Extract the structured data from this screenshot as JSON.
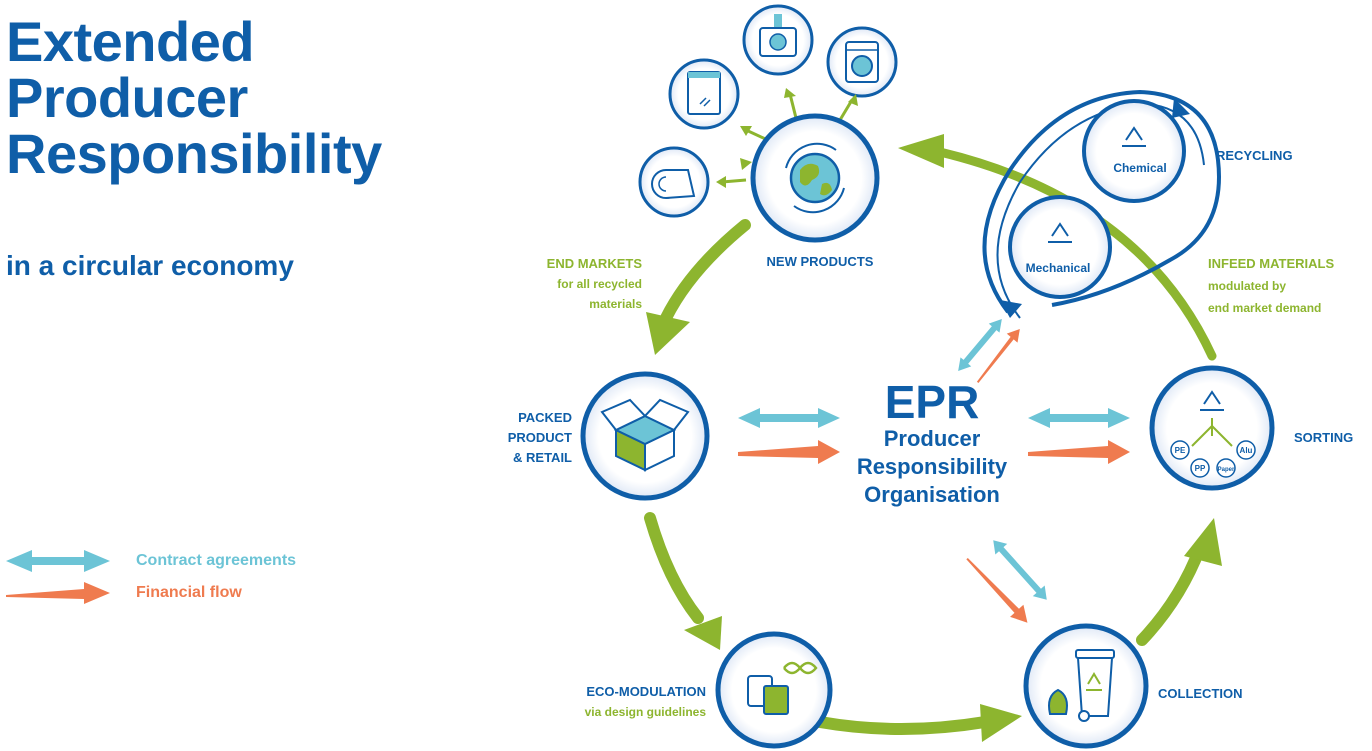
{
  "title": {
    "line1": "Extended",
    "line2": "Producer",
    "line3": "Responsibility",
    "subtitle": "in a circular economy"
  },
  "legend": {
    "contract": "Contract agreements",
    "financial": "Financial flow"
  },
  "center": {
    "abbr": "EPR",
    "line1": "Producer",
    "line2": "Responsibility",
    "line3": "Organisation"
  },
  "nodes": {
    "new_products": "NEW PRODUCTS",
    "packed": [
      "PACKED",
      "PRODUCT",
      "& RETAIL"
    ],
    "eco": [
      "ECO-MODULATION",
      "via design guidelines"
    ],
    "collection": "COLLECTION",
    "sorting": "SORTING",
    "recycling": "RECYCLING",
    "chemical": "Chemical",
    "mechanical": "Mechanical"
  },
  "annotations": {
    "end_markets": [
      "END MARKETS",
      "for all recycled",
      "materials"
    ],
    "infeed": [
      "INFEED MATERIALS",
      "modulated by",
      "end market demand"
    ]
  },
  "sorting_badges": [
    "PE",
    "Alu",
    "PP",
    "Paper"
  ],
  "colors": {
    "blue": "#0f5ea8",
    "green": "#8db52f",
    "cyan": "#6cc4d6",
    "orange": "#ef7b4f"
  }
}
